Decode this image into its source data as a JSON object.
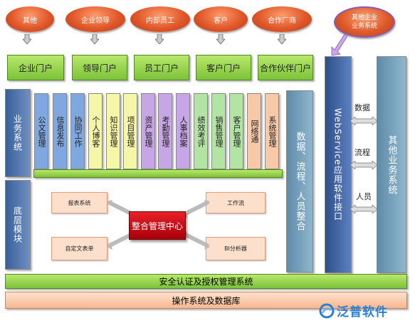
{
  "ovals": [
    "其他",
    "企业领导",
    "内部员工",
    "客户",
    "合作厂商"
  ],
  "other_oval": "其他企业\n业务系统",
  "portals": [
    "企业门户",
    "领导门户",
    "员工门户",
    "客户门户",
    "合作伙伴门户"
  ],
  "left_top": "业务系统",
  "left_bottom": "底层模块",
  "modules": [
    "公文管理",
    "信息发布",
    "协同工作",
    "个人博客",
    "知识管理",
    "项目管理",
    "资产管理",
    "考勤管理",
    "人事档案",
    "绩效考评",
    "销售管理",
    "客户管理",
    "网络通",
    "系统管理"
  ],
  "module_colors": [
    "#7fa8e0",
    "#7fa8e0",
    "#7fa8e0",
    "#f6f6a8",
    "#f6f6a8",
    "#f6f6a8",
    "#c7a6e6",
    "#c7a6e6",
    "#c7a6e6",
    "#b4e4a4",
    "#b4e4a4",
    "#b4e4a4",
    "#f7c9a8",
    "#f7c9a8"
  ],
  "integration": "数据、流程、人员整合",
  "webservice": "WebService应用软件接口",
  "other_system": "其他业务系统",
  "flow_labels": [
    "数据",
    "流程",
    "人员"
  ],
  "center": "整合管理中心",
  "tiny_boxes": [
    "报表系统",
    "工作流",
    "自定文表单",
    "BI分析器"
  ],
  "security": "安全认证及授权管理系统",
  "os": "操作系统及数据库",
  "logo": "泛普软件"
}
